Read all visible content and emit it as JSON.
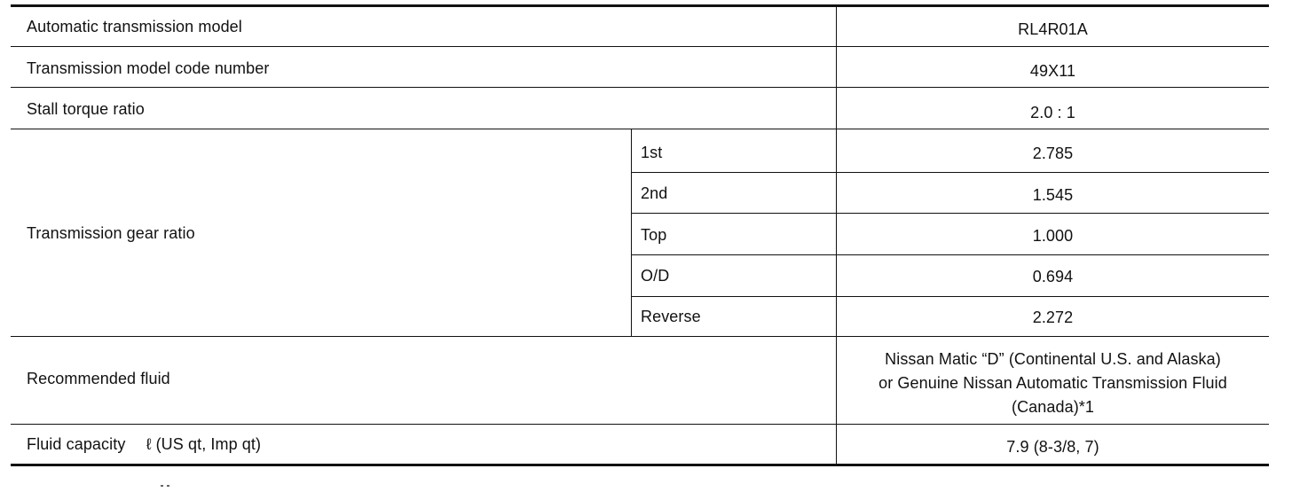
{
  "spec_table": {
    "rows": [
      {
        "label": "Automatic transmission model",
        "value": "RL4R01A"
      },
      {
        "label": "Transmission model code number",
        "value": "49X11"
      },
      {
        "label": "Stall torque ratio",
        "value": "2.0 : 1"
      }
    ],
    "gear_ratio": {
      "label": "Transmission gear ratio",
      "gears": [
        {
          "gear": "1st",
          "value": "2.785"
        },
        {
          "gear": "2nd",
          "value": "1.545"
        },
        {
          "gear": "Top",
          "value": "1.000"
        },
        {
          "gear": "O/D",
          "value": "0.694"
        },
        {
          "gear": "Reverse",
          "value": "2.272"
        }
      ]
    },
    "fluid": {
      "label": "Recommended fluid",
      "value_lines": [
        "Nissan Matic “D” (Continental U.S. and Alaska)",
        "or Genuine Nissan Automatic Transmission Fluid",
        "(Canada)*1"
      ]
    },
    "capacity": {
      "label": "Fluid capacity",
      "unit": "ℓ (US qt, Imp qt)",
      "value": "7.9 (8-3/8, 7)"
    }
  }
}
